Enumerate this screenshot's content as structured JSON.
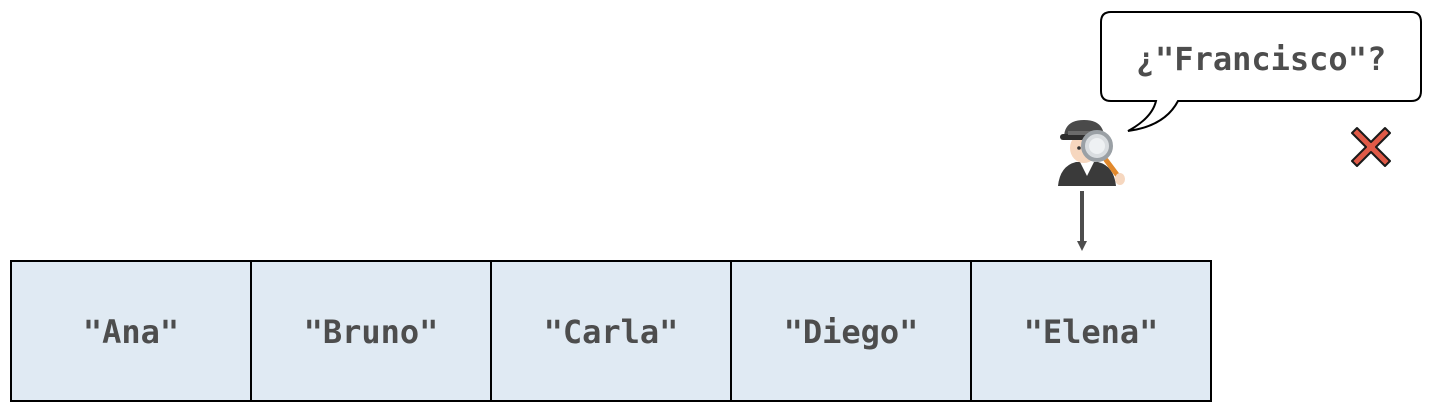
{
  "array": {
    "items": [
      "\"Ana\"",
      "\"Bruno\"",
      "\"Carla\"",
      "\"Diego\"",
      "\"Elena\""
    ]
  },
  "search": {
    "query_bubble": "¿\"Francisco\"?",
    "searcher_icon": "detective-with-magnifier-icon",
    "result_icon": "red-cross-mark-icon"
  },
  "colors": {
    "cell_fill": "#e0eaf3",
    "cell_border": "#000000",
    "text": "#4d4d4d",
    "arrow": "#4d4d4d",
    "cross": "#e05a47"
  }
}
